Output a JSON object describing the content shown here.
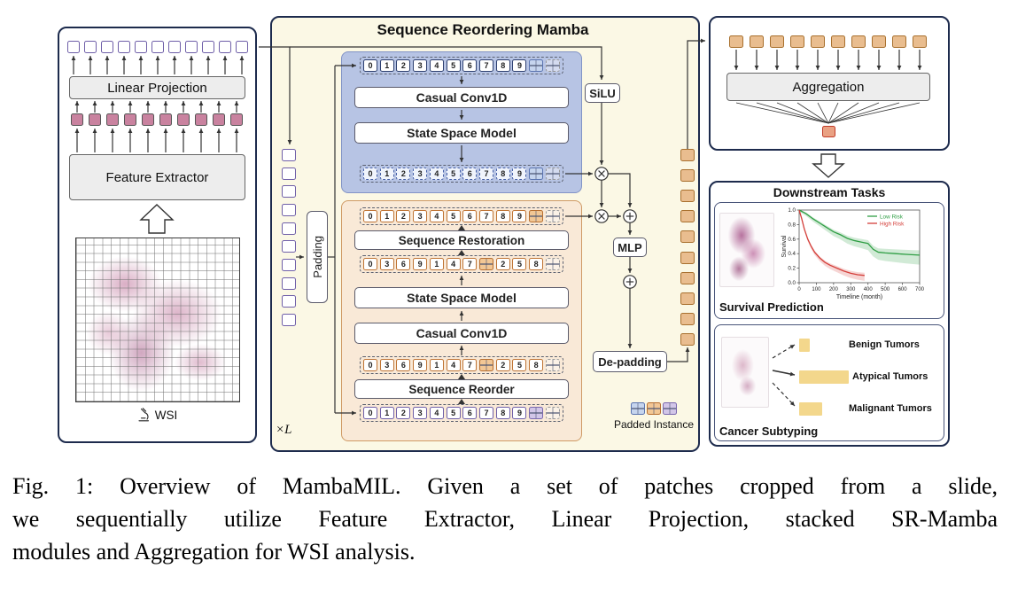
{
  "left_panel": {
    "top_token_count": 11,
    "feature_token_count": 10,
    "linear_projection_label": "Linear Projection",
    "feature_extractor_label": "Feature Extractor",
    "wsi_label": "WSI"
  },
  "middle_panel": {
    "title": "Sequence Reordering Mamba",
    "padding_label": "Padding",
    "loop_label": "×L",
    "silu_label": "SiLU",
    "mlp_label": "MLP",
    "depadding_label": "De-padding",
    "legend_label": "Padded Instance",
    "legend_icons": [
      "#B",
      "#O",
      "#P"
    ],
    "left_column_count": 10,
    "right_column_count": 10,
    "blue_block": {
      "conv_label": "Casual Conv1D",
      "ssm_label": "State Space Model",
      "input_tokens": [
        "0",
        "1",
        "2",
        "3",
        "4",
        "5",
        "6",
        "7",
        "8",
        "9",
        "#B",
        "#D"
      ],
      "output_tokens": [
        "0",
        "1",
        "2",
        "3",
        "4",
        "5",
        "6",
        "7",
        "8",
        "9",
        "#B",
        "#D"
      ]
    },
    "orange_block": {
      "restoration_label": "Sequence Restoration",
      "ssm_label": "State Space Model",
      "conv_label": "Casual Conv1D",
      "reorder_label": "Sequence Reorder",
      "restored_tokens": [
        "0",
        "1",
        "2",
        "3",
        "4",
        "5",
        "6",
        "7",
        "8",
        "9",
        "#O",
        "#D"
      ],
      "reordered_tokens_upper": [
        "0",
        "3",
        "6",
        "9",
        "1",
        "4",
        "7",
        "#O",
        "2",
        "5",
        "8",
        "#D"
      ],
      "reordered_tokens_lower": [
        "0",
        "3",
        "6",
        "9",
        "1",
        "4",
        "7",
        "#O",
        "2",
        "5",
        "8",
        "#D"
      ],
      "input_tokens": [
        "0",
        "1",
        "2",
        "3",
        "4",
        "5",
        "6",
        "7",
        "8",
        "9",
        "#P",
        "#D"
      ]
    }
  },
  "aggregation_panel": {
    "token_count": 10,
    "aggregation_label": "Aggregation"
  },
  "downstream_panel": {
    "title": "Downstream Tasks",
    "survival": {
      "label": "Survival Prediction",
      "ylabel": "Survival",
      "xlabel": "Timeline (month)",
      "ytick_labels": [
        "1.0",
        "0.8",
        "0.6",
        "0.4",
        "0.2",
        "0.0"
      ],
      "xtick_labels": [
        "0",
        "100",
        "200",
        "300",
        "400",
        "500",
        "600",
        "700"
      ],
      "series": [
        {
          "name": "Low Risk",
          "color": "#2f9e44",
          "points": [
            [
              0,
              1.0
            ],
            [
              40,
              0.95
            ],
            [
              80,
              0.88
            ],
            [
              120,
              0.82
            ],
            [
              160,
              0.76
            ],
            [
              200,
              0.7
            ],
            [
              240,
              0.66
            ],
            [
              280,
              0.61
            ],
            [
              320,
              0.58
            ],
            [
              360,
              0.56
            ],
            [
              400,
              0.54
            ],
            [
              430,
              0.46
            ],
            [
              460,
              0.42
            ],
            [
              500,
              0.41
            ],
            [
              560,
              0.4
            ],
            [
              620,
              0.39
            ],
            [
              700,
              0.38
            ]
          ]
        },
        {
          "name": "High Risk",
          "color": "#d43f3a",
          "points": [
            [
              0,
              1.0
            ],
            [
              15,
              0.88
            ],
            [
              30,
              0.74
            ],
            [
              50,
              0.6
            ],
            [
              70,
              0.5
            ],
            [
              90,
              0.42
            ],
            [
              120,
              0.34
            ],
            [
              150,
              0.28
            ],
            [
              180,
              0.24
            ],
            [
              220,
              0.2
            ],
            [
              260,
              0.16
            ],
            [
              300,
              0.13
            ],
            [
              340,
              0.11
            ],
            [
              380,
              0.1
            ]
          ]
        }
      ]
    },
    "subtyping": {
      "label": "Cancer Subtyping",
      "categories": [
        {
          "name": "Benign Tumors",
          "bar": 12
        },
        {
          "name": "Atypical Tumors",
          "bar": 56
        },
        {
          "name": "Malignant Tumors",
          "bar": 26
        }
      ]
    }
  },
  "caption": {
    "lines": [
      "Fig. 1: Overview of MambaMIL. Given a set of patches cropped from a slide,",
      "we sequentially utilize Feature Extractor, Linear Projection, stacked SR-Mamba",
      "modules and Aggregation for WSI analysis."
    ]
  }
}
